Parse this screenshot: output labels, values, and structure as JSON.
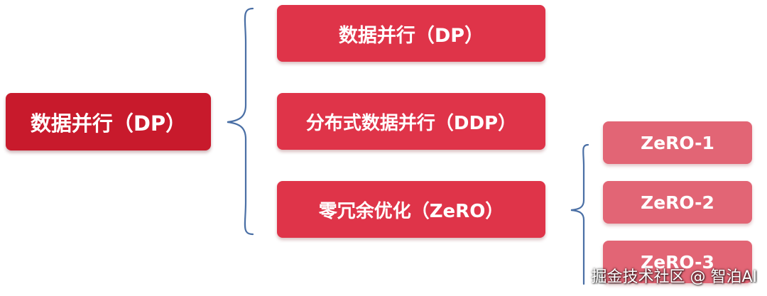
{
  "diagram": {
    "root": {
      "label": "数据并行（DP）"
    },
    "children": [
      {
        "label": "数据并行（DP）"
      },
      {
        "label": "分布式数据并行（DDP）"
      },
      {
        "label": "零冗余优化（ZeRO）"
      }
    ],
    "zero_stages": [
      {
        "label": "ZeRO-1"
      },
      {
        "label": "ZeRO-2"
      },
      {
        "label": "ZeRO-3"
      }
    ],
    "colors": {
      "root": "#c81a2c",
      "level2": "#df3449",
      "level3": "#e26575",
      "bracket": "#4a6fa5"
    }
  },
  "watermark": "掘金技术社区 @ 智泊AI"
}
